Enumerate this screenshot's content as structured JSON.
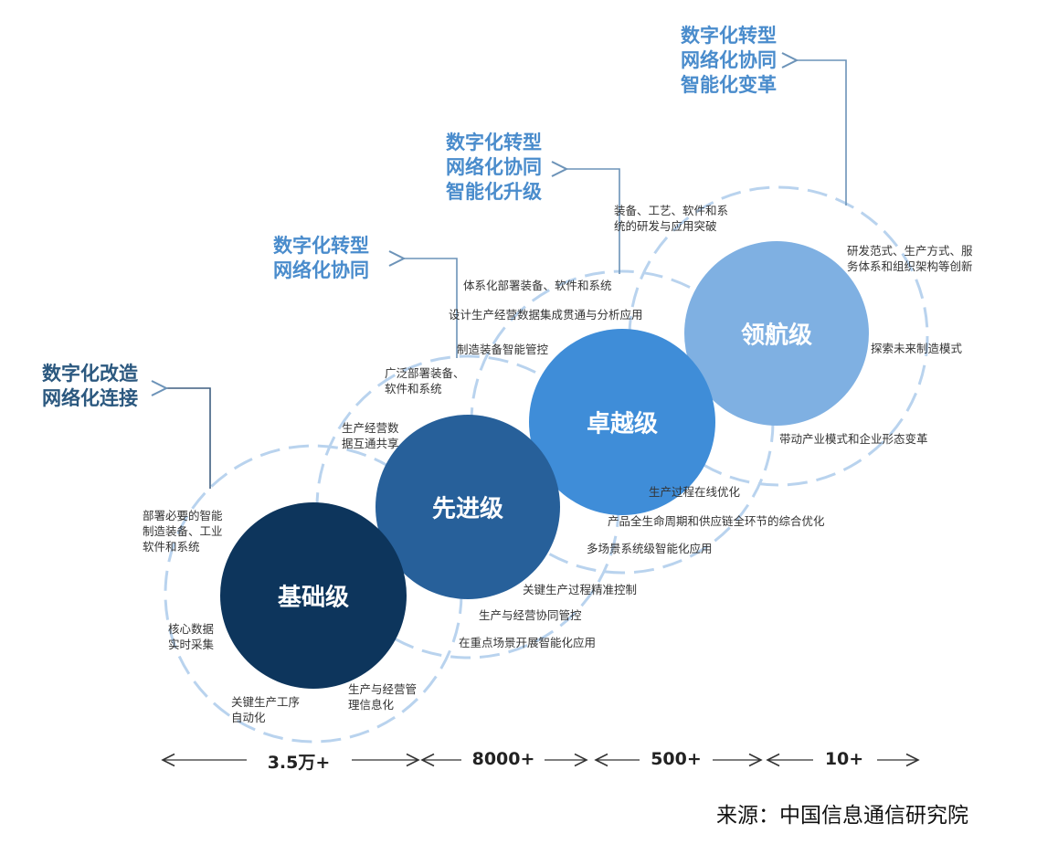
{
  "levels": [
    {
      "name": "基础级",
      "color": "#0d355c"
    },
    {
      "name": "先进级",
      "color": "#27609a"
    },
    {
      "name": "卓越级",
      "color": "#3f8dd8"
    },
    {
      "name": "领航级",
      "color": "#7fb0e2"
    }
  ],
  "headings": [
    [
      "数字化改造",
      "网络化连接"
    ],
    [
      "数字化转型",
      "网络化协同"
    ],
    [
      "数字化转型",
      "网络化协同",
      "智能化升级"
    ],
    [
      "数字化转型",
      "网络化协同",
      "智能化变革"
    ]
  ],
  "labels": {
    "basic": [
      [
        "部署必要的智能",
        "制造装备、工业",
        "软件和系统"
      ],
      [
        "核心数据",
        "实时采集"
      ],
      [
        "关键生产工序",
        "自动化"
      ],
      [
        "生产与经营管",
        "理信息化"
      ],
      [
        "生产经营数",
        "据互通共享"
      ]
    ],
    "advanced": [
      [
        "广泛部署装备、",
        "软件和系统"
      ],
      [
        "关键生产过程精准控制"
      ],
      [
        "生产与经营协同管控"
      ],
      [
        "在重点场景开展智能化应用"
      ]
    ],
    "excellent": [
      [
        "体系化部署装备、软件和系统"
      ],
      [
        "设计生产经营数据集成贯通与分析应用"
      ],
      [
        "制造装备智能管控"
      ],
      [
        "生产过程在线优化"
      ],
      [
        "产品全生命周期和供应链全环节的综合优化"
      ],
      [
        "多场景系统级智能化应用"
      ]
    ],
    "leading": [
      [
        "装备、工艺、软件和系",
        "统的研发与应用突破"
      ],
      [
        "研发范式、生产方式、服",
        "务体系和组织架构等创新"
      ],
      [
        "探索未来制造模式"
      ],
      [
        "带动产业模式和企业形态变革"
      ]
    ]
  },
  "counts": [
    "3.5万+",
    "8000+",
    "500+",
    "10+"
  ],
  "source": "来源：中国信息通信研究院"
}
